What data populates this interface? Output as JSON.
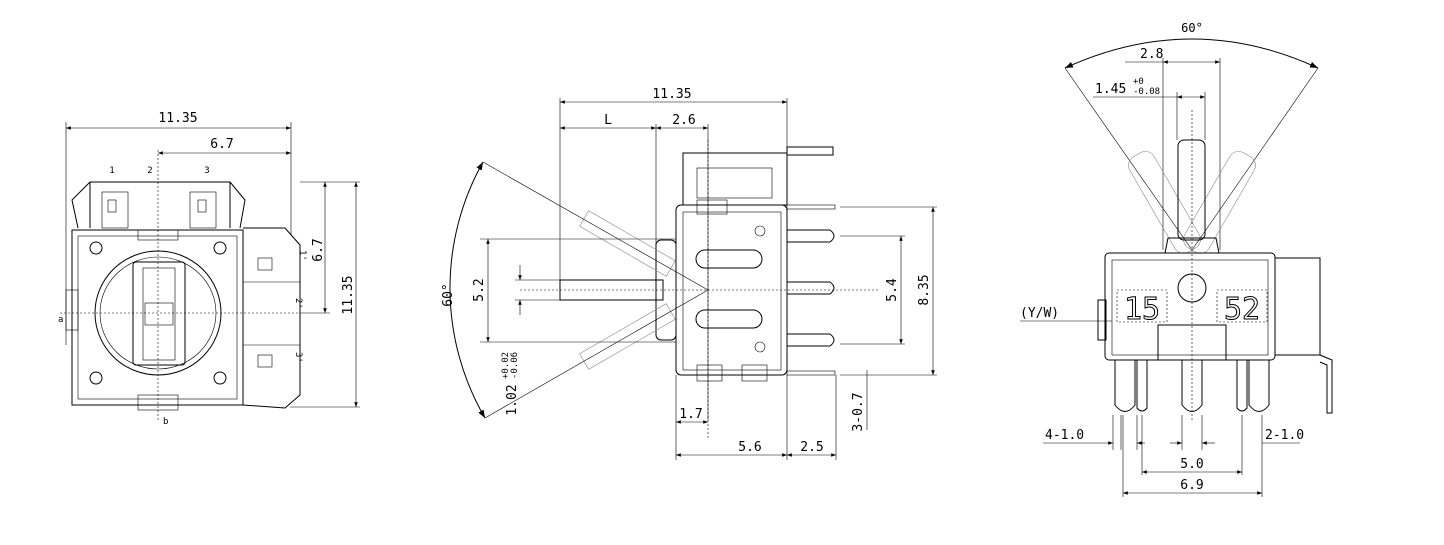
{
  "front_view": {
    "width_overall": "11.35",
    "pin_offset": "6.7",
    "pin_labels_top": [
      "1",
      "2",
      "3"
    ],
    "pin_labels_side": [
      "1'",
      "2'",
      "3'"
    ],
    "height_pin_offset": "6.7",
    "height_overall": "11.35",
    "axis_a": "a",
    "axis_b": "b"
  },
  "side_view": {
    "length_overall": "11.35",
    "shaft_length": "L",
    "shaft_offset": "2.6",
    "tilt_angle": "60°",
    "shaft_span": "5.2",
    "shaft_diameter": "1.02",
    "shaft_tol_upper": "+0.02",
    "shaft_tol_lower": "-0.06",
    "pin_pitch": "5.4",
    "pin_span": "8.35",
    "pin_width": "3-0.7",
    "base_offset": "1.7",
    "body_depth": "5.6",
    "pin_length": "2.5"
  },
  "end_view": {
    "tilt_angle": "60°",
    "stick_width": "2.8",
    "stick_tip": "1.45",
    "stick_tip_tol_upper": "+0",
    "stick_tip_tol_lower": "-0.08",
    "marking_left": "15",
    "marking_right": "52",
    "marking_label": "(Y/W)",
    "pin_width_left": "4-1.0",
    "pin_width_right": "2-1.0",
    "pin_pitch": "5.0",
    "pin_span": "6.9"
  }
}
